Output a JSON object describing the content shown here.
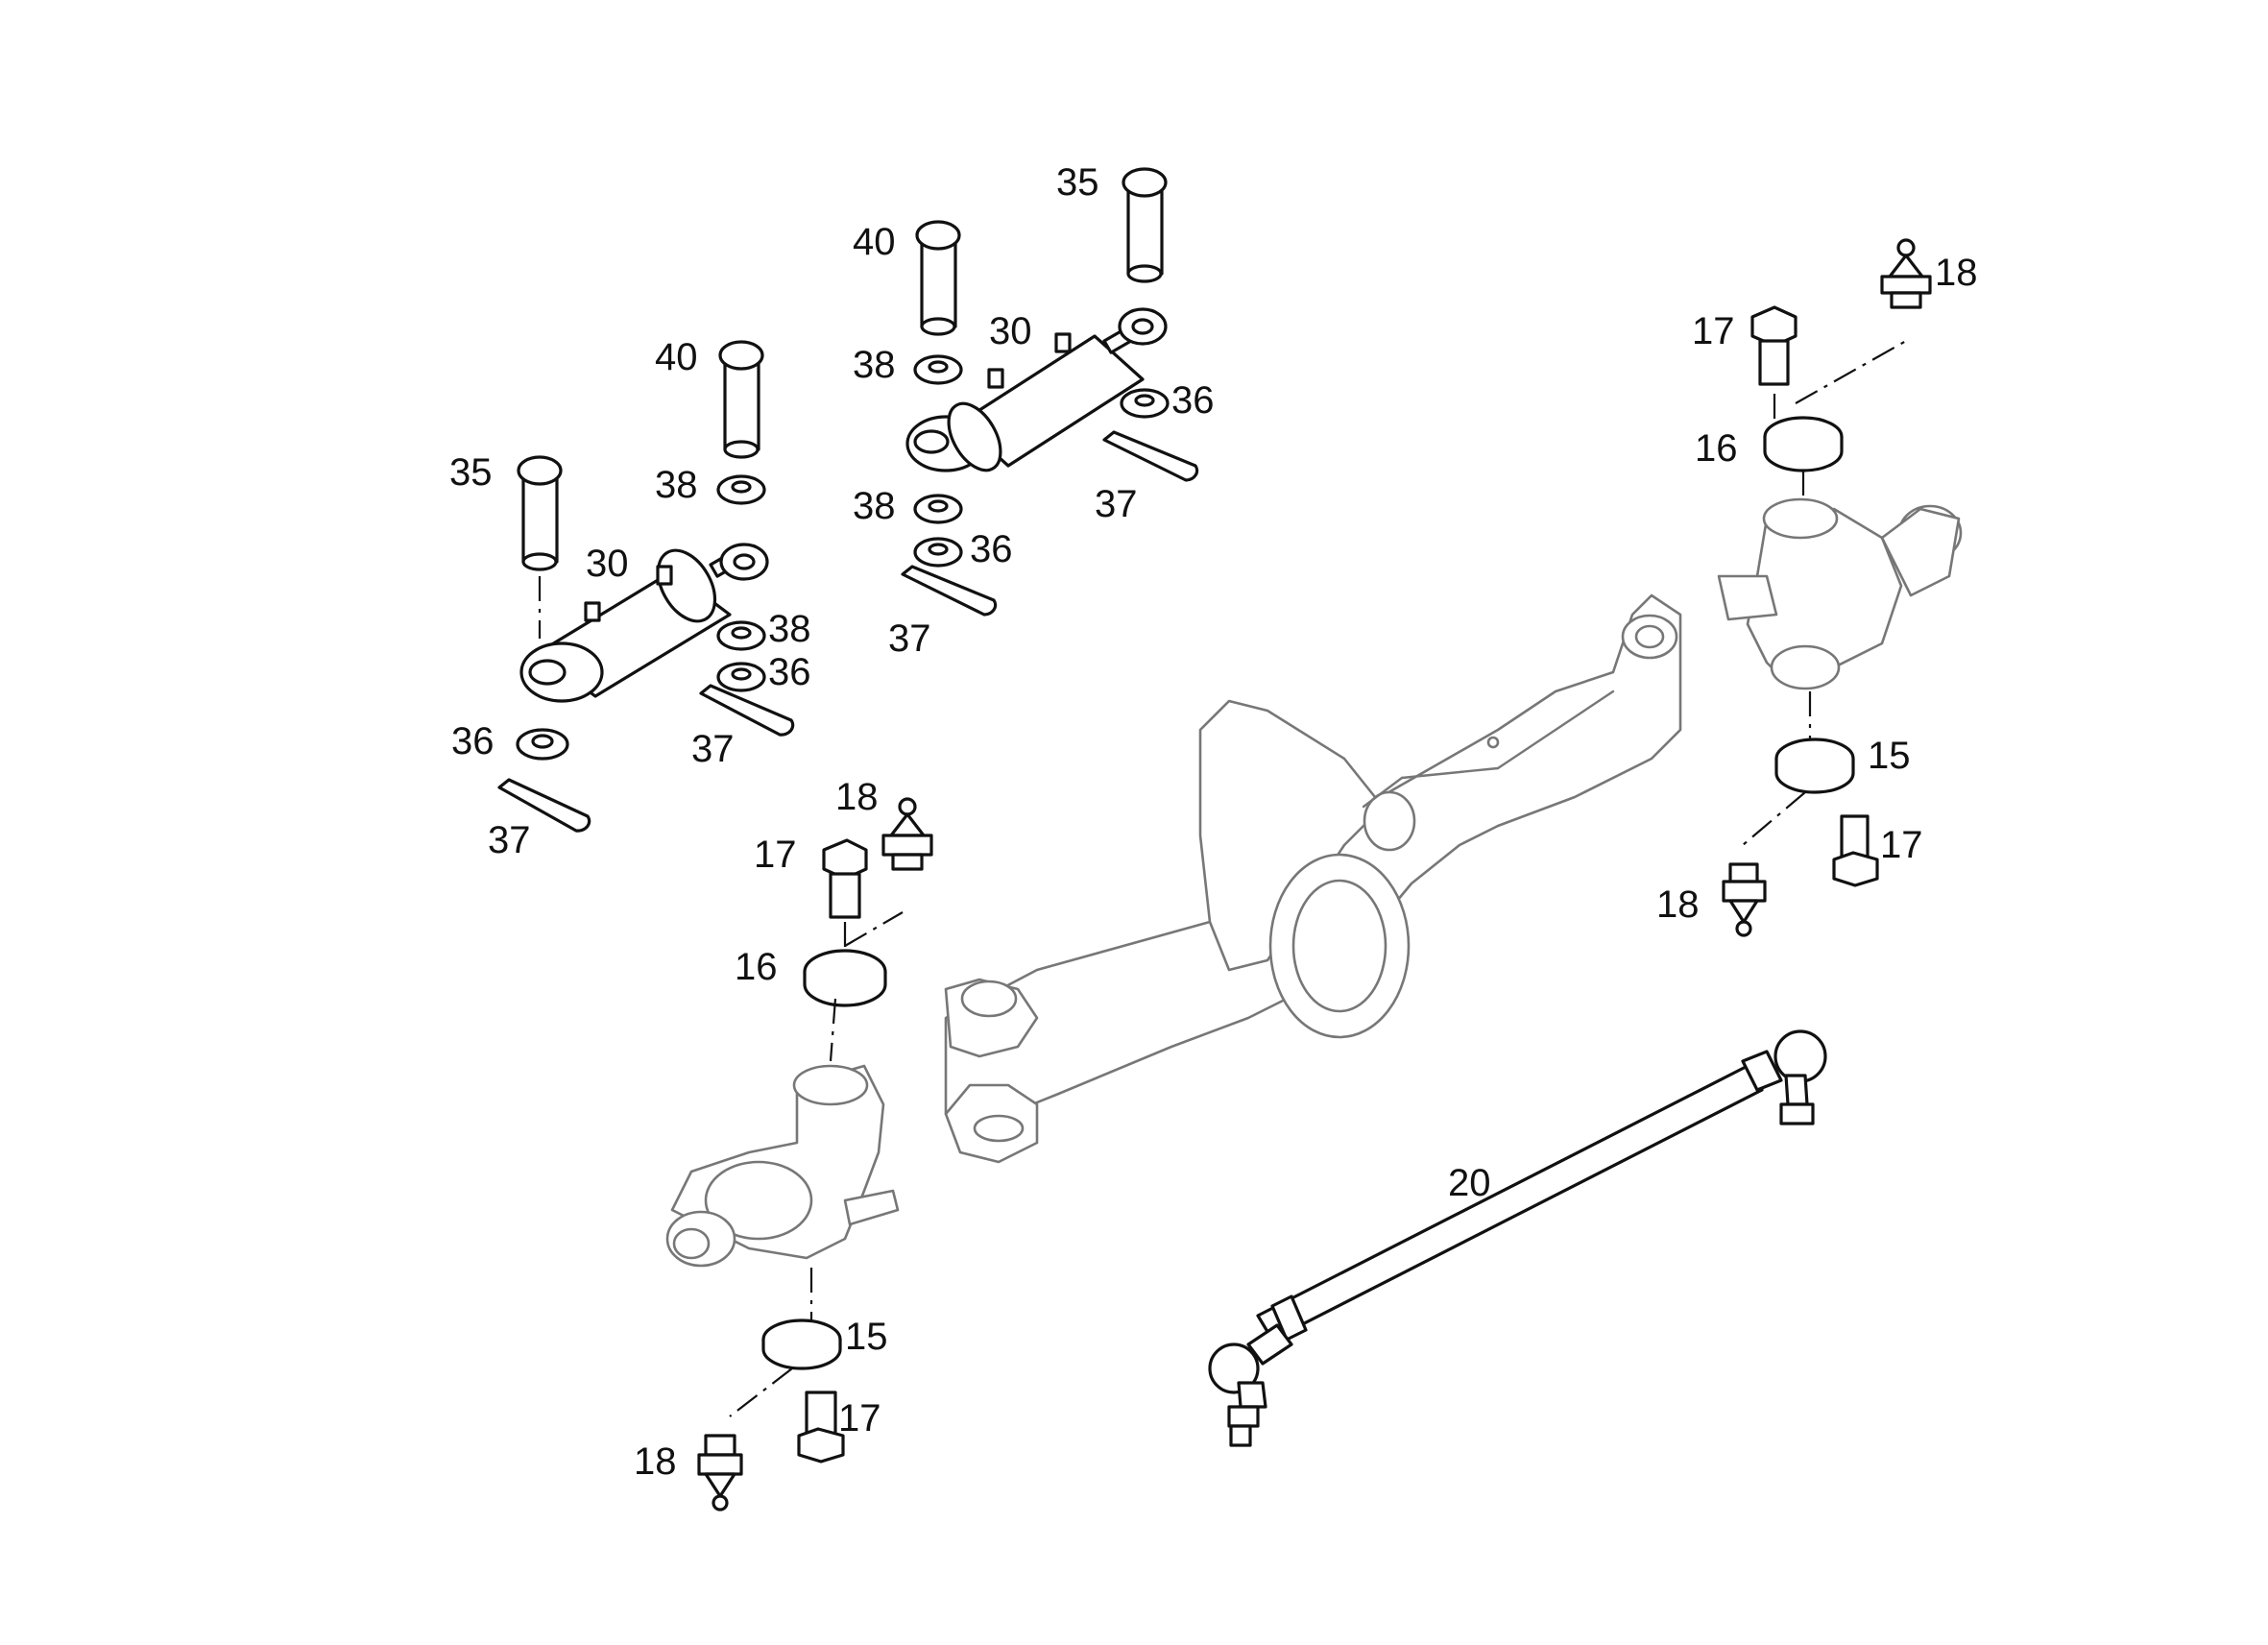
{
  "diagram": {
    "callouts": {
      "c1": "35",
      "c2": "40",
      "c3": "38",
      "c4": "30",
      "c5": "38",
      "c6": "36",
      "c7": "36",
      "c8": "37",
      "c9": "37",
      "c10": "40",
      "c11": "35",
      "c12": "30",
      "c13": "38",
      "c14": "36",
      "c15": "38",
      "c16": "36",
      "c17": "37",
      "c18": "37",
      "c19": "18",
      "c20": "17",
      "c21": "16",
      "c22": "15",
      "c23": "17",
      "c24": "18",
      "c25": "18",
      "c26": "17",
      "c27": "16",
      "c28": "15",
      "c29": "17",
      "c30": "18",
      "c31": "20"
    }
  }
}
